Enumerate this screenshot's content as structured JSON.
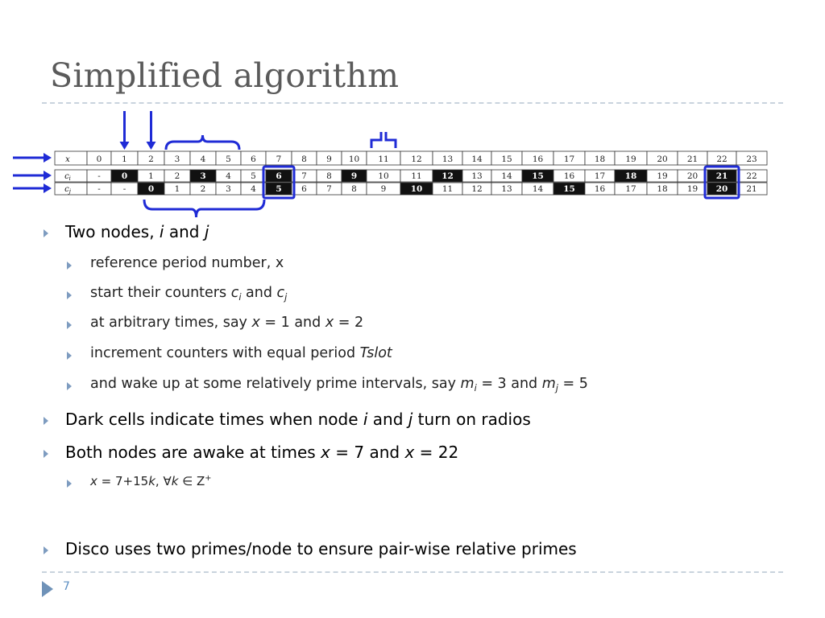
{
  "slide": {
    "title": "Simplified algorithm",
    "page_number": "7"
  },
  "table": {
    "row_labels": [
      "x",
      "c_i",
      "c_j"
    ],
    "x_row": [
      "0",
      "1",
      "2",
      "3",
      "4",
      "5",
      "6",
      "7",
      "8",
      "9",
      "10",
      "11",
      "12",
      "13",
      "14",
      "15",
      "16",
      "17",
      "18",
      "19",
      "20",
      "21",
      "22",
      "23"
    ],
    "ci_row": [
      "-",
      "0",
      "1",
      "2",
      "3",
      "4",
      "5",
      "6",
      "7",
      "8",
      "9",
      "10",
      "11",
      "12",
      "13",
      "14",
      "15",
      "16",
      "17",
      "18",
      "19",
      "20",
      "21",
      "22"
    ],
    "cj_row": [
      "-",
      "-",
      "0",
      "1",
      "2",
      "3",
      "4",
      "5",
      "6",
      "7",
      "8",
      "9",
      "10",
      "11",
      "12",
      "13",
      "14",
      "15",
      "16",
      "17",
      "18",
      "19",
      "20",
      "21"
    ],
    "ci_dark_columns": [
      1,
      4,
      7,
      10,
      13,
      16,
      19,
      22
    ],
    "cj_dark_columns": [
      2,
      7,
      12,
      17,
      22
    ],
    "highlighted_columns": [
      7,
      22
    ],
    "accent_color": "#1f2bd6"
  },
  "bullets": {
    "b1": {
      "pre": "Two nodes, ",
      "i": "i",
      "mid": " and ",
      "j": "j"
    },
    "b2": "reference period number, x",
    "b3": {
      "pre": "start their counters ",
      "c1": "c",
      "s1": "i",
      "mid": " and ",
      "c2": "c",
      "s2": "j"
    },
    "b4": {
      "pre": "at arbitrary times, say ",
      "x1": "x",
      "mid1": " = 1 and ",
      "x2": "x",
      "mid2": " = 2"
    },
    "b5": {
      "pre": "increment counters with equal period ",
      "t": "Tslot"
    },
    "b6": {
      "pre": "and wake up at some relatively prime intervals, say ",
      "m1": "m",
      "s1": "i",
      "mid": " = 3 and ",
      "m2": "m",
      "s2": "j",
      "post": " = 5"
    },
    "b7": {
      "pre": "Dark cells indicate times when node ",
      "i": "i",
      "mid": " and ",
      "j": "j",
      "post": " turn on radios"
    },
    "b8": {
      "pre": "Both nodes are awake at times ",
      "x1": "x",
      "mid": " = 7 and ",
      "x2": "x",
      "post": " = 22"
    },
    "b9": {
      "x": "x",
      "eq": " = 7+15",
      "k1": "k",
      "comma": ", ",
      "forall": "∀",
      "k2": "k",
      "in": " ∈ ",
      "z": "Z",
      "sup": "+"
    },
    "b10": "Disco uses two primes/node to ensure pair-wise relative primes"
  }
}
